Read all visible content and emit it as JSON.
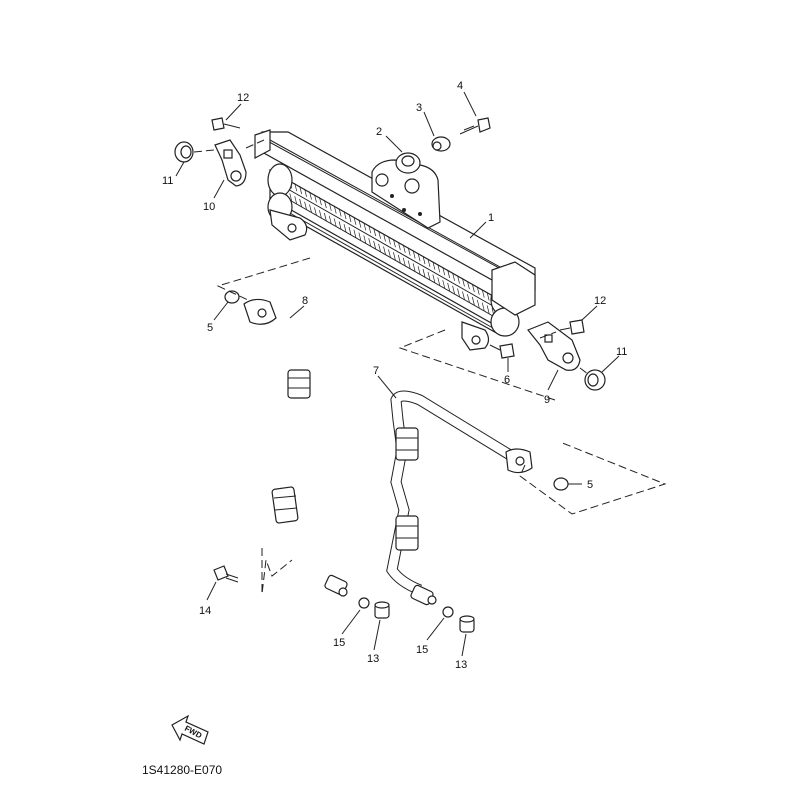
{
  "diagram_code": "1S41280-E070",
  "direction_label": "FWD",
  "callouts": {
    "p1": "1",
    "p2": "2",
    "p3": "3",
    "p4": "4",
    "p5a": "5",
    "p5b": "5",
    "p6": "6",
    "p7": "7",
    "p8": "8",
    "p9": "9",
    "p10": "10",
    "p11a": "11",
    "p11b": "11",
    "p12a": "12",
    "p12b": "12",
    "p13a": "13",
    "p13b": "13",
    "p14": "14",
    "p15a": "15",
    "p15b": "15"
  }
}
